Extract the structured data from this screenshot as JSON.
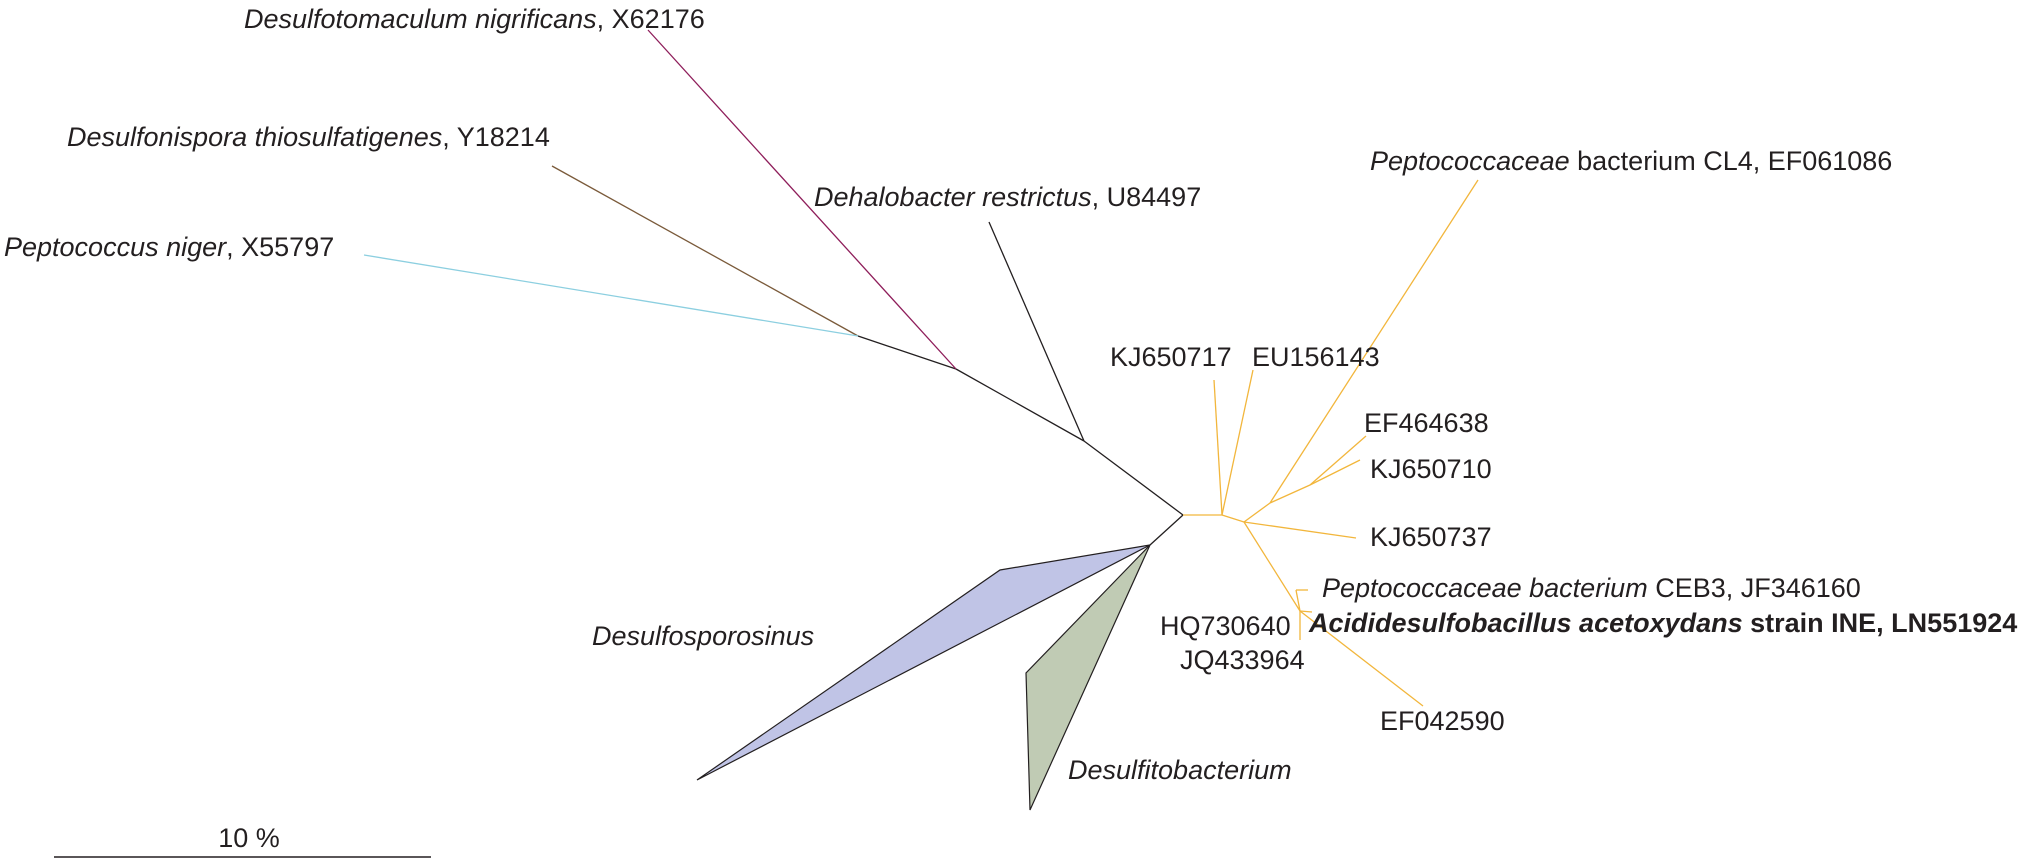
{
  "colors": {
    "black": "#231f20",
    "purple_branch": "#8e1d5a",
    "brown_branch": "#7a5a3a",
    "cyan_branch": "#8ccfe0",
    "orange_branch": "#f2b63c",
    "desulfosporosinus_fill": "#c0c4e6",
    "desulfitobacterium_fill": "#c0cbb4"
  },
  "labels": {
    "desulfotomaculum": {
      "name": "Desulfotomaculum nigrificans",
      "acc": ", X62176"
    },
    "desulfonispora": {
      "name": "Desulfonispora thiosulfatigenes",
      "acc": ", Y18214"
    },
    "peptococcus": {
      "name": "Peptococcus niger",
      "acc": ", X55797"
    },
    "dehalobacter": {
      "name": "Dehalobacter restrictus",
      "acc": ", U84497"
    },
    "pepto_cl4": {
      "name": "Peptococcaceae",
      "acc": " bacterium CL4, EF061086"
    },
    "kj650717": "KJ650717",
    "eu156143": "EU156143",
    "ef464638": "EF464638",
    "kj650710": "KJ650710",
    "kj650737": "KJ650737",
    "pepto_ceb3": {
      "name": "Peptococcaceae bacterium",
      "acc": " CEB3, JF346160"
    },
    "hq730640": "HQ730640",
    "acidi": {
      "name": "Acididesulfobacillus acetoxydans",
      "acc": " strain INE, LN551924"
    },
    "jq433964": "JQ433964",
    "ef042590": "EF042590",
    "desulfosporosinus": "Desulfosporosinus",
    "desulfitobacterium": "Desulfitobacterium",
    "scale": "10 %"
  }
}
